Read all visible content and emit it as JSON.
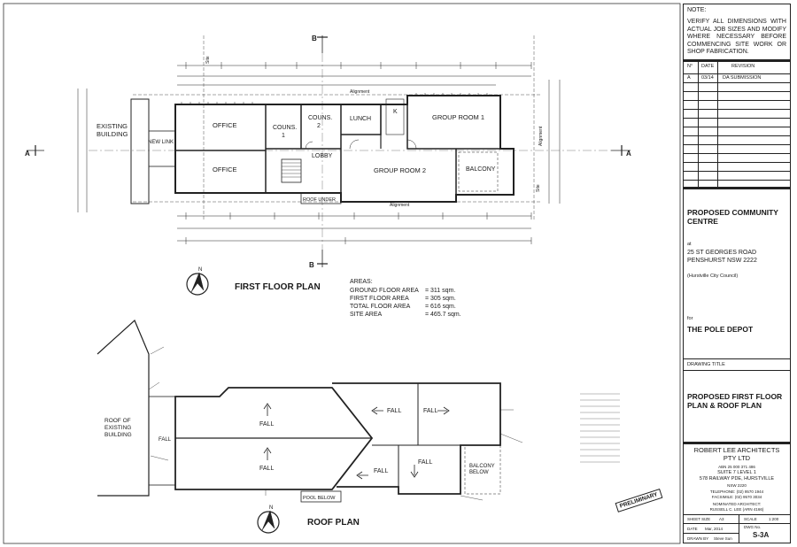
{
  "plan": {
    "first_floor_title": "FIRST FLOOR PLAN",
    "roof_title": "ROOF PLAN",
    "section_label_b": "B",
    "section_label_a": "A",
    "existing_building": [
      "EXISTING",
      "BUILDING"
    ],
    "roof_existing_building": [
      "ROOF OF",
      "EXISTING",
      "BUILDING"
    ],
    "new_link": "NEW LINK",
    "rooms": {
      "office_top": "OFFICE",
      "office_bottom": "OFFICE",
      "couns_1": "COUNS.",
      "couns_1_num": "1",
      "couns_2": "COUNS.",
      "couns_2_num": "2",
      "lunch": "LUNCH",
      "k": "K",
      "group_room_1": "GROUP ROOM 1",
      "group_room_2": "GROUP ROOM 2",
      "lobby": "LOBBY",
      "balcony": "BALCONY",
      "roof_under": "ROOF UNDER",
      "balcony_below": [
        "BALCONY",
        "BELOW"
      ],
      "pool_below": "POOL BELOW"
    },
    "roof_falls": [
      "FALL",
      "FALL",
      "FALL",
      "FALL",
      "FALL",
      "FALL"
    ],
    "alignment": "Alignment",
    "site": "Site"
  },
  "areas": {
    "heading": "AREAS:",
    "rows": [
      {
        "label": "GROUND FLOOR AREA",
        "value": "= 311 sqm."
      },
      {
        "label": "FIRST FLOOR AREA",
        "value": "= 305 sqm."
      },
      {
        "label": "TOTAL FLOOR AREA",
        "value": "= 616 sqm."
      },
      {
        "label": "SITE AREA",
        "value": "= 465.7 sqm."
      }
    ]
  },
  "stamp": "PRELIMINARY",
  "title_block": {
    "note_heading": "NOTE:",
    "note_text": "VERIFY ALL DIMENSIONS WITH ACTUAL JOB SIZES AND MODIFY WHERE NECESSARY BEFORE COMMENCING SITE WORK OR SHOP FABRICATION.",
    "rev_headers": [
      "N°",
      "DATE",
      "REVISION"
    ],
    "rev_rows": [
      {
        "no": "A",
        "date": "03/14",
        "revision": "DA SUBMISSION"
      }
    ],
    "project": "PROPOSED COMMUNITY CENTRE",
    "at_label": "at",
    "address_1": "25 ST GEORGES ROAD",
    "address_2": "PENSHURST NSW 2222",
    "council": "(Hurstville City Council)",
    "for_label": "for",
    "client": "THE POLE DEPOT",
    "drawing_title_label": "DRAWING TITLE",
    "drawing_title": "PROPOSED FIRST FLOOR PLAN & ROOF PLAN",
    "firm": "ROBERT LEE ARCHITECTS PTY LTD",
    "abn": "ABN 25 000 371 486",
    "suite": "SUITE 7 LEVEL 1",
    "street": "578 RAILWAY PDE, HURSTVILLE",
    "state": "NSW 2220",
    "telephone": "TELEPHONE: (02) 9570 1944",
    "facsimile": "FACSIMILE: (02) 9570 3034",
    "nominated": "NOMINATED ARCHITECT:",
    "architect": "RUSSELL C. LEE (ARN 4166)",
    "sheet_size_label": "SHEET SIZE",
    "sheet_size": "A3",
    "scale_label": "SCALE",
    "scale": "1:200",
    "date_label": "DATE",
    "date": "Mar, 2014",
    "dwg_no_label": "DWG No.",
    "dwg_no": "S-3A",
    "drawn_by_label": "DRAWN BY",
    "drawn_by": "Steve Sun"
  }
}
